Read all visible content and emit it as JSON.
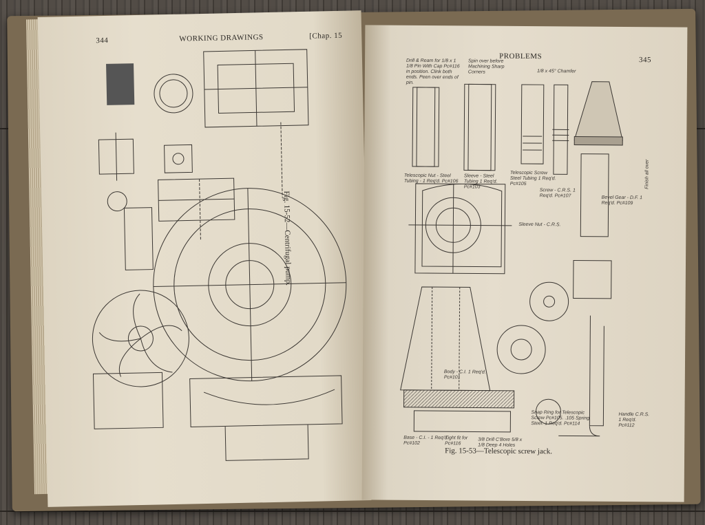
{
  "left_page": {
    "page_number": "344",
    "running_head": "WORKING DRAWINGS",
    "chapter": "[Chap. 15",
    "caption": "Fig. 15-52—Centrifugal pump."
  },
  "right_page": {
    "running_head": "PROBLEMS",
    "page_number": "345",
    "caption": "Fig. 15-53—Telescopic screw jack.",
    "labels": [
      "Drill & Ream for 1/8 x 1 1/8 Pin With Cap Pc#116 in position. Clink both ends. Peen over ends of pin.",
      "Spin over before Machining Sharp Corners",
      "1/8 x 45° Chamfer",
      "Telescopic Nut - Steel Tubing - 1 Req'd. Pc#106",
      "Sleeve - Steel Tubing 1 Req'd. Pc#103",
      "Telescopic Screw Steel Tubing 1 Req'd. Pc#105",
      "Screw - C.R.S. 1 Req'd. Pc#107",
      "Bevel Gear - D.F. 1 Req'd. Pc#109",
      "Sleeve Nut - C.R.S.",
      "Body - C.I. 1 Req'd. Pc#101",
      "Base - C.I. - 1 Req'd. Pc#102",
      "Tight fit for Pc#116",
      "3/8 Drill C'Bore 5/8 x 1/8 Deep 4 Holes",
      "Snap Ring for Telescopic Screw Pc#105. .105 Spring Steel. 1 Req'd. Pc#114",
      "Handle C.R.S. 1 Req'd. Pc#112",
      "Finish all over"
    ]
  }
}
